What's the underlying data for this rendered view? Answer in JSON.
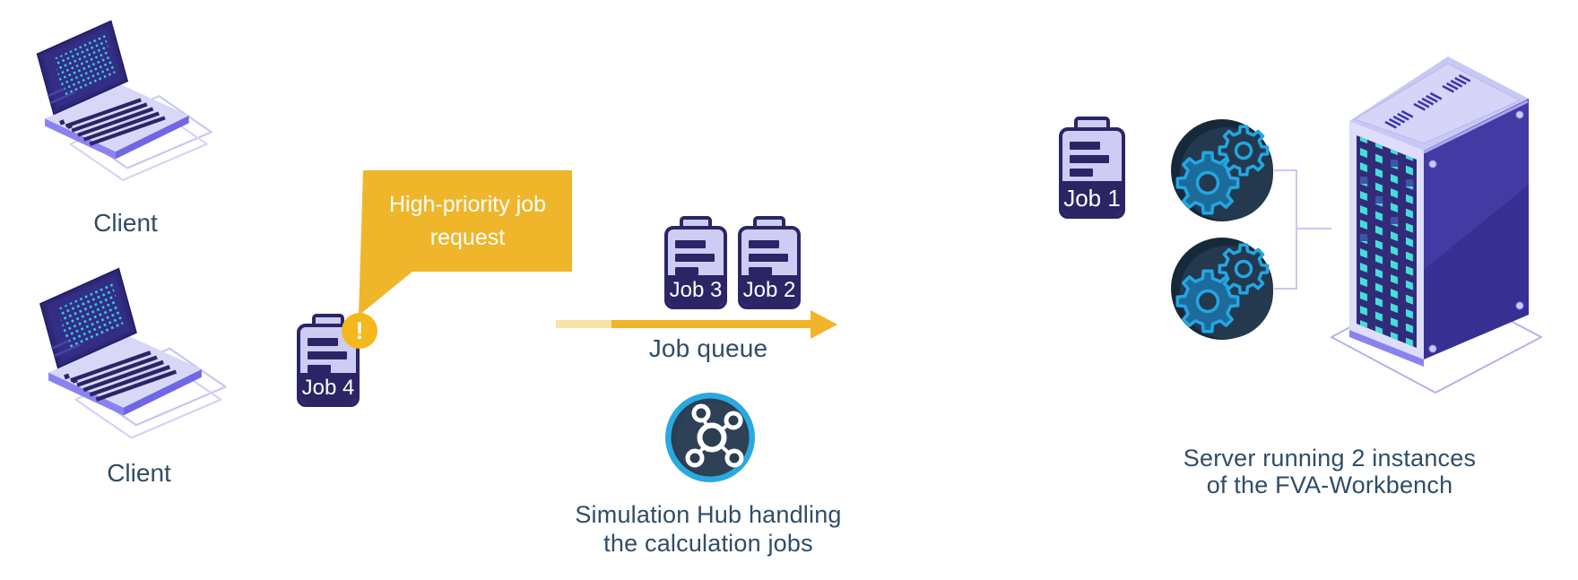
{
  "colors": {
    "text_slate": "#2F4D68",
    "bubble_yellow": "#EFB62C",
    "arrow_yellow": "#F0B52B",
    "arrow_light_yellow": "#F7E3A6",
    "badge_yellow": "#F5B71E",
    "card_dark_indigo": "#2B2566",
    "card_body_lavender": "#CDCCF4",
    "hub_ring_cyan": "#29A9E1",
    "hub_bg_navy": "#2C3E52",
    "gear_cyan": "#22A7E3",
    "server_led_teal": "#43DFD9"
  },
  "clients": [
    "Client",
    "Client"
  ],
  "bubble": {
    "line1": "High-priority job",
    "line2": "request"
  },
  "badge_glyph": "!",
  "jobs": {
    "j1": "Job 1",
    "j2": "Job 2",
    "j3": "Job 3",
    "j4": "Job 4"
  },
  "queue_label": "Job queue",
  "hub_caption": {
    "line1": "Simulation Hub handling",
    "line2": "the calculation jobs"
  },
  "server_caption": {
    "line1": "Server running 2 instances",
    "line2": "of the FVA-Workbench"
  }
}
